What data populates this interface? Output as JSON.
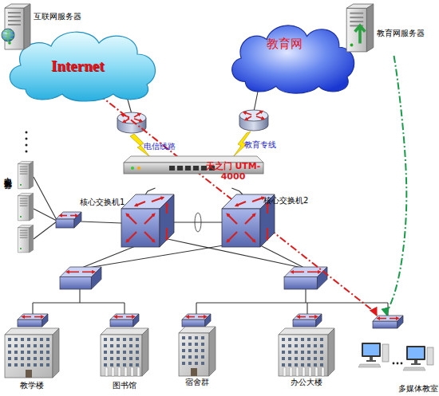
{
  "diagram": {
    "nodes": [
      {
        "text": [
          "互联网服务器"
        ]
      },
      {
        "text": [
          "Internet"
        ]
      },
      {
        "text": [
          "教育网"
        ]
      },
      {
        "text": [
          "教育网服务器"
        ]
      },
      {
        "text": [
          "天之门 UTM-4000"
        ]
      },
      {
        "text": [
          "中心机房服务器"
        ]
      },
      {
        "text": [
          "核心交换机1"
        ]
      },
      {
        "text": [
          "核心交换机2"
        ]
      },
      {
        "text": [
          "教学楼"
        ]
      },
      {
        "text": [
          "图书馆"
        ]
      },
      {
        "text": [
          "宿舍群"
        ]
      },
      {
        "text": [
          "办公大楼"
        ]
      },
      {
        "text": [
          "多媒体教室"
        ]
      }
    ],
    "edges": [
      {
        "from": 0,
        "to": 12,
        "arrow": "to"
      },
      {
        "from": 3,
        "to": 12,
        "arrow": "to"
      },
      {
        "from": 4,
        "to": 6,
        "arrow": "none"
      },
      {
        "from": 4,
        "to": 7,
        "arrow": "none"
      },
      {
        "from": 6,
        "to": 7,
        "arrow": "none"
      }
    ],
    "labels": [
      "电信线路",
      "教育专线"
    ]
  }
}
